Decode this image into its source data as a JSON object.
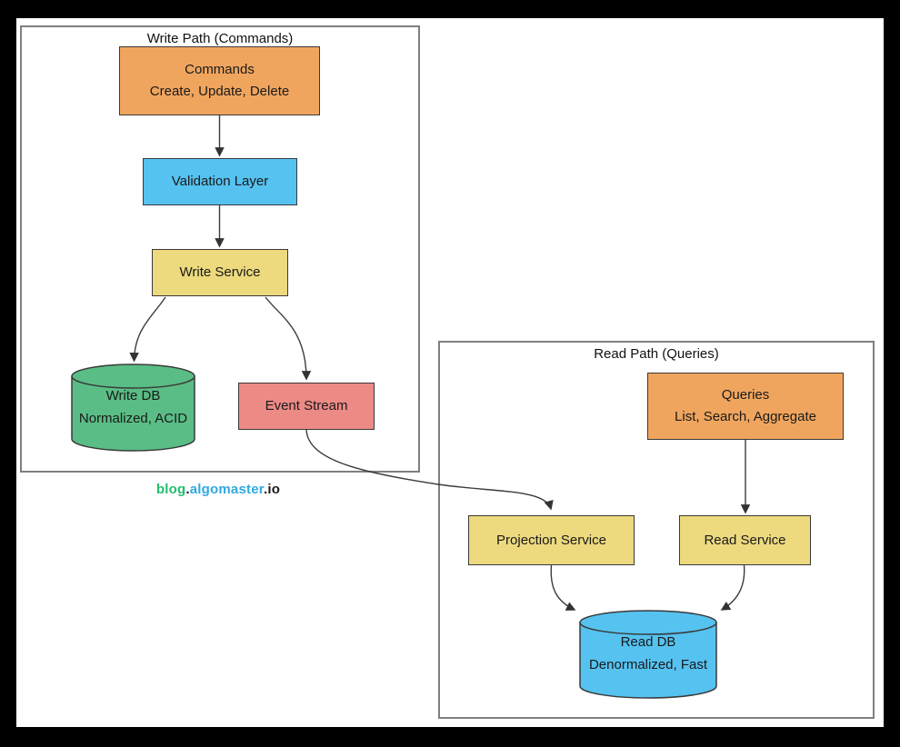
{
  "write_path": {
    "title": "Write Path (Commands)",
    "commands": {
      "title": "Commands",
      "subtitle": "Create, Update, Delete"
    },
    "validation_layer": {
      "title": "Validation Layer"
    },
    "write_service": {
      "title": "Write Service"
    },
    "write_db": {
      "title": "Write DB",
      "subtitle": "Normalized, ACID"
    },
    "event_stream": {
      "title": "Event Stream"
    }
  },
  "read_path": {
    "title": "Read Path (Queries)",
    "queries": {
      "title": "Queries",
      "subtitle": "List, Search, Aggregate"
    },
    "projection_service": {
      "title": "Projection Service"
    },
    "read_service": {
      "title": "Read Service"
    },
    "read_db": {
      "title": "Read DB",
      "subtitle": "Denormalized, Fast"
    }
  },
  "watermark": {
    "blog": "blog",
    "dot": ".",
    "site": "algomaster",
    "tld": ".io"
  },
  "colors": {
    "command_orange": "#F0A55E",
    "validation_blue": "#55C2F0",
    "service_yellow": "#EDD97E",
    "db_green": "#5ABD85",
    "event_red": "#EC8A85",
    "read_db_blue": "#55C2F0",
    "watermark_green": "#22BE6E",
    "watermark_blue": "#2FA9E1"
  }
}
